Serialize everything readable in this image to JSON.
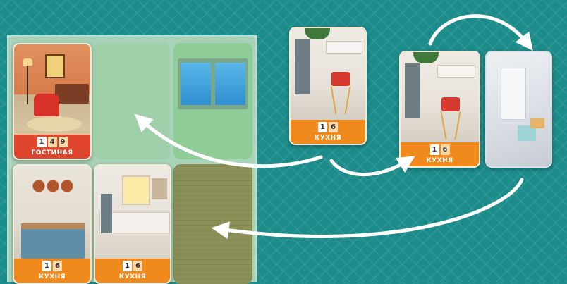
{
  "colors": {
    "background": "#1b8c8a",
    "arrow": "#ffffff",
    "living_band": "#e0452e",
    "kitchen_band": "#f08a1c",
    "board": "#a8d3b8"
  },
  "board": {
    "cards": [
      {
        "room": "ГОСТИНАЯ",
        "numbers": [
          "1",
          "4",
          "9"
        ],
        "band": "red"
      },
      {
        "room": "КУХНЯ",
        "numbers": [
          "1",
          "6"
        ],
        "band": "orange"
      },
      {
        "room": "КУХНЯ",
        "numbers": [
          "1",
          "6"
        ],
        "band": "orange"
      }
    ]
  },
  "hand": {
    "card": {
      "room": "КУХНЯ",
      "numbers": [
        "1",
        "6"
      ]
    }
  },
  "flow": {
    "middle_card": {
      "room": "КУХНЯ",
      "numbers": [
        "1",
        "6"
      ]
    },
    "door_card": {
      "room": "",
      "numbers": []
    }
  }
}
